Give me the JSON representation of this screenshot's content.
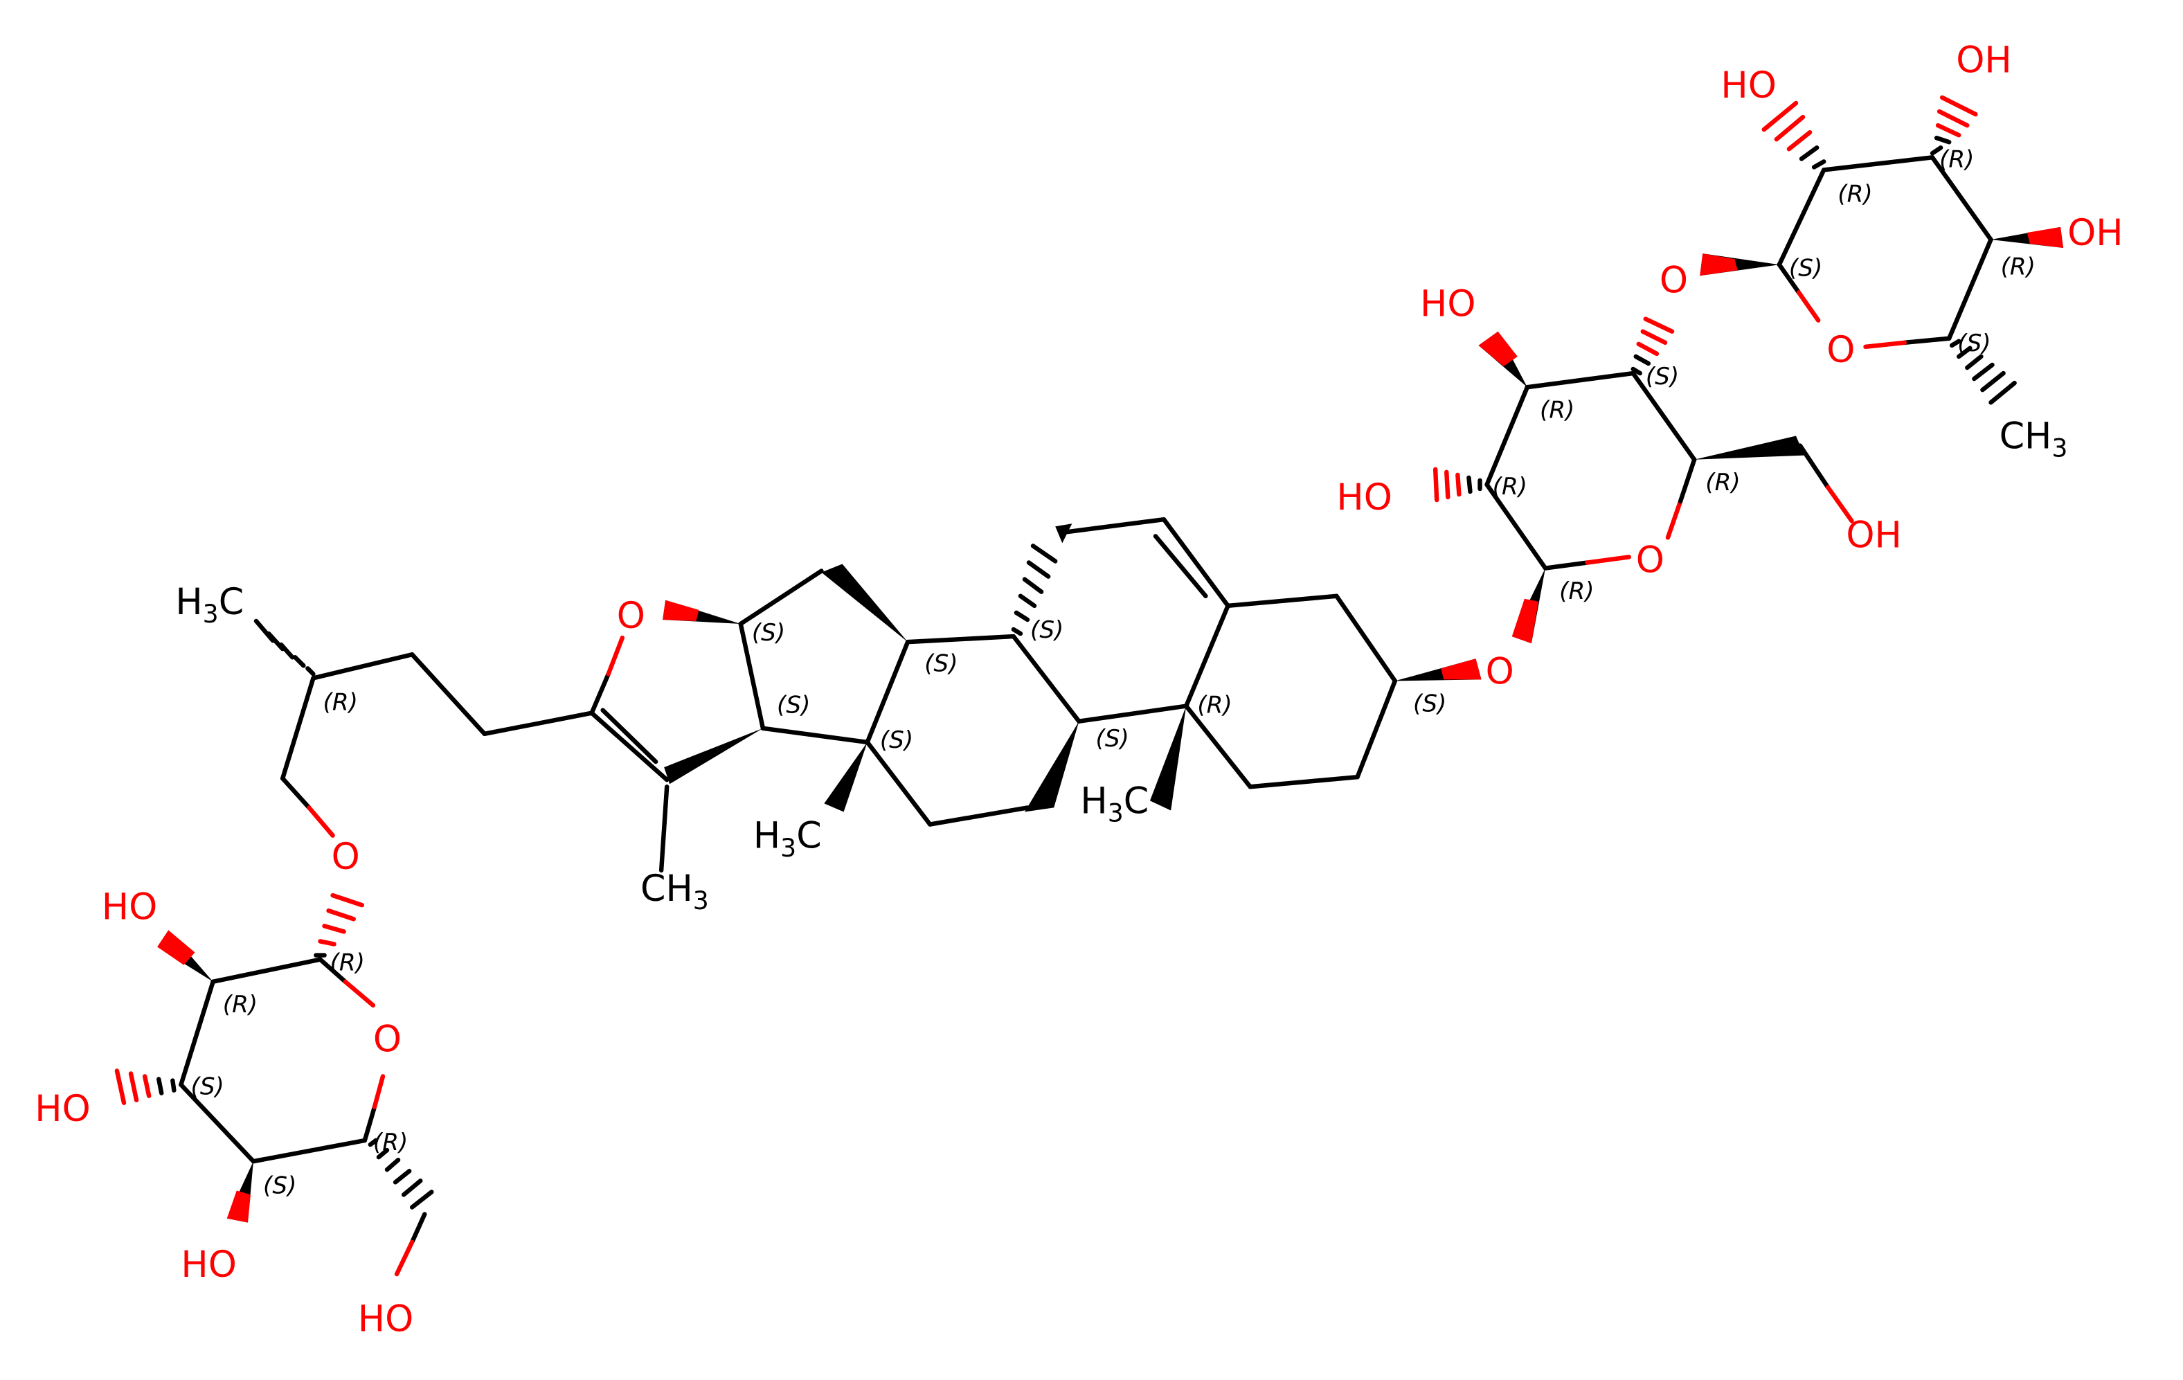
{
  "figure": {
    "type": "structural_formula",
    "colors": {
      "carbon": "#000000",
      "oxygen": "#ff0000",
      "background": "#ffffff"
    },
    "atom_labels": {
      "rha_ho_left": "HO",
      "rha_oh_top": "OH",
      "rha_oh_right": "OH",
      "rha_ring_o": "O",
      "rha_ch3": "CH3",
      "rha_link_o": "O",
      "glc1_ho_upper": "HO",
      "glc1_ho_lower": "HO",
      "glc1_ring_o": "O",
      "glc1_oh_ch2": "OH",
      "glc1_link_o": "O",
      "furan_o": "O",
      "c13_methyl": "H3C",
      "c10_methyl": "H3C",
      "c20_methyl": "CH3",
      "side_methyl": "H3C",
      "side_link_o": "O",
      "glc2_ho_top": "HO",
      "glc2_ring_o": "O",
      "glc2_ho_mid": "HO",
      "glc2_ho_bottom": "HO",
      "glc2_ho_ch2": "HO"
    },
    "stereo_labels": {
      "rha_c1": "(S)",
      "rha_c2": "(R)",
      "rha_c3": "(R)",
      "rha_c4": "(R)",
      "rha_c5": "(S)",
      "glc1_c1": "(R)",
      "glc1_c2": "(R)",
      "glc1_c3": "(R)",
      "glc1_c4": "(S)",
      "glc1_c5": "(R)",
      "st_c3": "(S)",
      "st_c10": "(R)",
      "st_c9": "(S)",
      "st_c8": "(S)",
      "st_c14": "(S)",
      "st_c13": "(S)",
      "st_c17": "(S)",
      "st_c16": "(S)",
      "side_c25": "(R)",
      "glc2_c1": "(R)",
      "glc2_c2": "(R)",
      "glc2_c3": "(S)",
      "glc2_c4": "(S)",
      "glc2_c5": "(R)"
    }
  }
}
